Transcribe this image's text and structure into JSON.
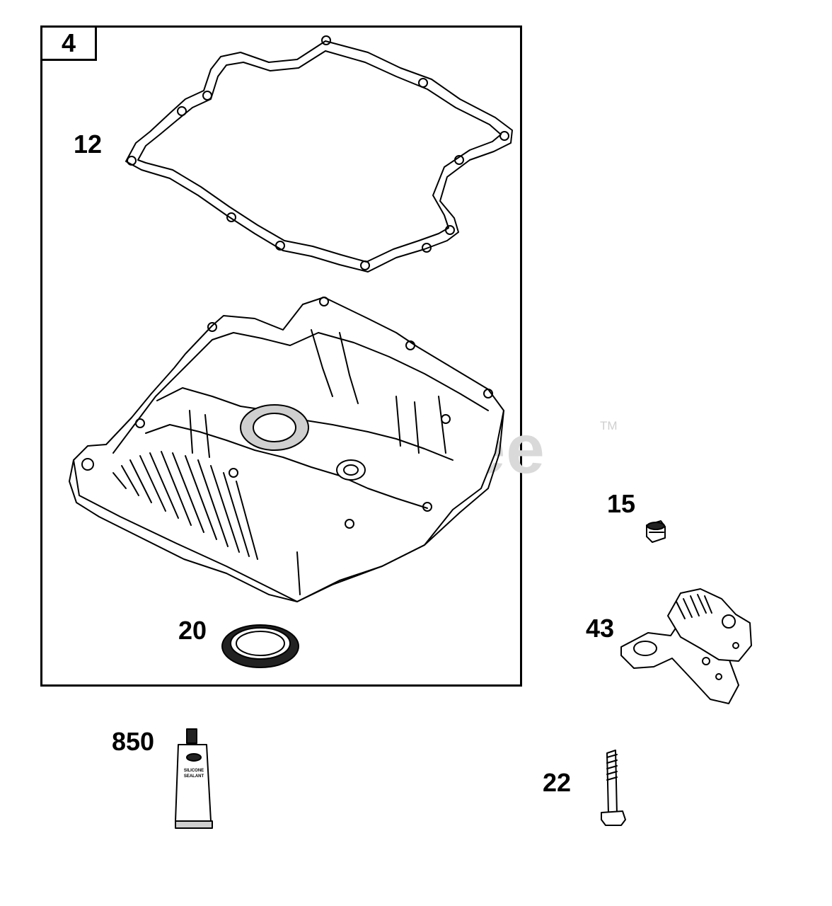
{
  "diagram": {
    "assembly_tag": "4",
    "watermark": "PartsTree",
    "watermark_tm": "TM",
    "labels": {
      "gasket": "12",
      "seal": "20",
      "plug": "15",
      "governor": "43",
      "sealant": "850",
      "bolt": "22"
    },
    "tube_text": [
      "SILICONE",
      "SEALANT"
    ]
  }
}
